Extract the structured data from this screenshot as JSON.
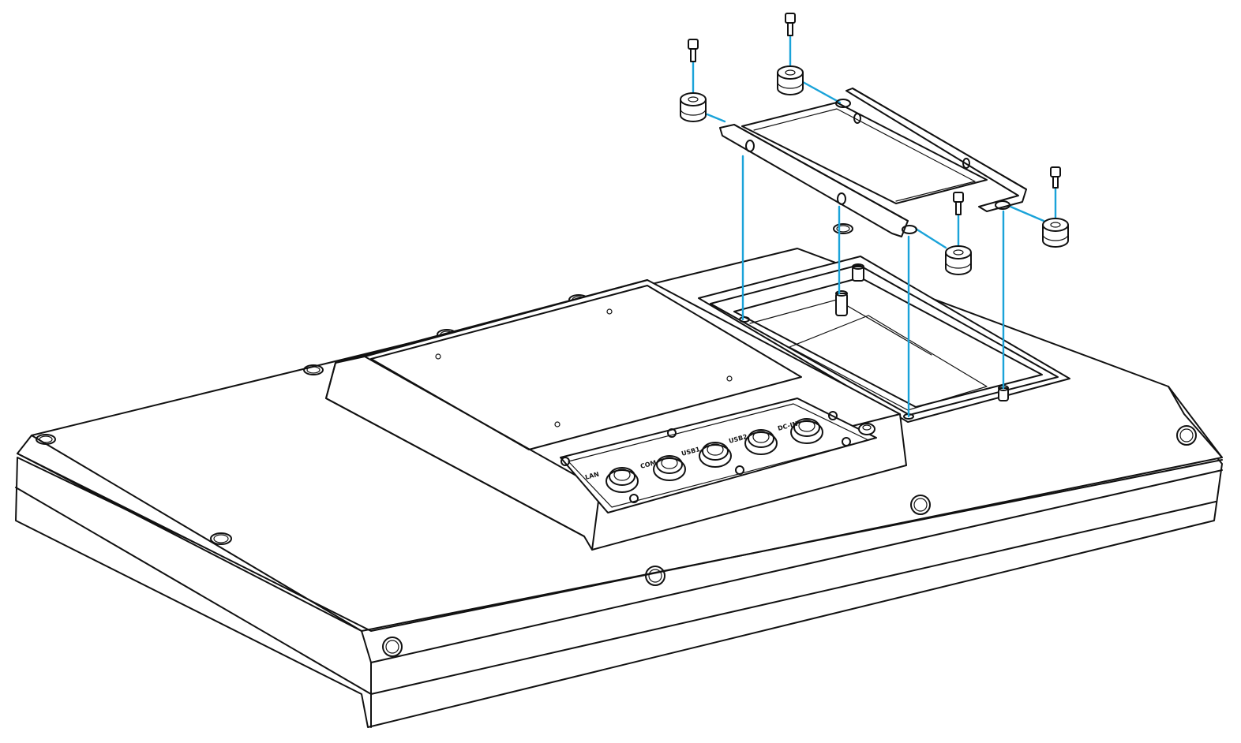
{
  "diagram": {
    "description_visible_text": "",
    "port_labels": [
      "LAN",
      "COM",
      "USB1",
      "USB2",
      "DC-IN"
    ],
    "colors": {
      "outline": "#111111",
      "guide_line": "#1aa3d9",
      "background": "#ffffff"
    },
    "parts": {
      "screws": 4,
      "rubber_spacers": 4,
      "bracket": 1
    }
  }
}
